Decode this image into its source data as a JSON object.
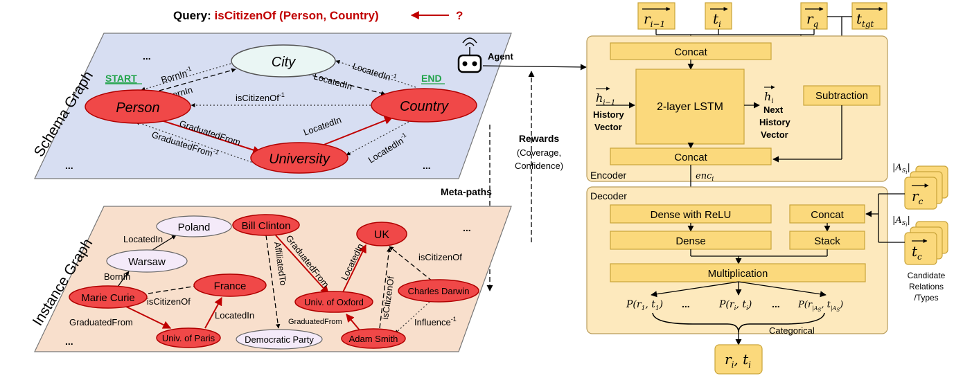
{
  "query": {
    "prefix": "Query: ",
    "relation": "isCitizenOf (Person, Country)",
    "mark": "?"
  },
  "planes": {
    "schema": "Schema Graph",
    "instance": "Instance Graph"
  },
  "ellipsis": "...",
  "schema": {
    "nodes": {
      "city": "City",
      "person": "Person",
      "country": "Country",
      "university": "University"
    },
    "start": "START",
    "end": "END",
    "edges": {
      "bornin_inv": "BornIn",
      "bornin": "BornIn",
      "locatedin_inv": "LocatedIn",
      "locatedin": "LocatedIn",
      "iscitizenof_inv": "isCitizenOf",
      "graduatedfrom": "GraduatedFrom",
      "graduatedfrom_inv": "GraduatedFrom",
      "locatedin_uc": "LocatedIn",
      "locatedin_cu_inv": "LocatedIn",
      "inv_sup": "-1"
    }
  },
  "agent": "Agent",
  "rewards": {
    "title": "Rewards",
    "line1": "(Coverage,",
    "line2": "Confidence)"
  },
  "metapaths": "Meta-paths",
  "instance": {
    "nodes": {
      "poland": "Poland",
      "warsaw": "Warsaw",
      "marie": "Marie Curie",
      "france": "France",
      "paris": "Univ. of Paris",
      "clinton": "Bill Clinton",
      "democratic": "Democratic Party",
      "oxford": "Univ. of Oxford",
      "uk": "UK",
      "darwin": "Charles Darwin",
      "smith": "Adam Smith"
    },
    "edges": {
      "locatedin_wp": "LocatedIn",
      "bornin": "BornIn",
      "iscitizenof_mf": "isCitizenOf",
      "graduatedfrom_mp": "GraduatedFrom",
      "locatedin_pf": "LocatedIn",
      "affiliatedto": "AffiliatedTo",
      "graduatedfrom_co": "GraduatedFrom",
      "locatedin_ou": "LocatedIn",
      "iscitizenof_du": "isCitizenOf",
      "iscitizenof_su": "isCitizenOf",
      "graduatedfrom_so": "GraduatedFrom",
      "influence": "Influence"
    }
  },
  "inputs": {
    "r_prev": "r",
    "r_prev_sub": "i−1",
    "t_i": "t",
    "t_i_sub": "i",
    "r_q": "r",
    "r_q_sub": "q",
    "t_tgt": "t",
    "t_tgt_sub": "tgt"
  },
  "encoder": {
    "label": "Encoder",
    "concat_top": "Concat",
    "lstm": "2-layer LSTM",
    "subtraction": "Subtraction",
    "concat_bottom": "Concat",
    "h_prev": "h",
    "h_prev_sub": "i−1",
    "history1": "History",
    "history2": "Vector",
    "h_next": "h",
    "h_next_sub": "i",
    "next1": "Next",
    "next2": "History",
    "next3": "Vector",
    "enc": "enc",
    "enc_sub": "i"
  },
  "decoder": {
    "label": "Decoder",
    "dense_relu": "Dense with ReLU",
    "dense": "Dense",
    "concat": "Concat",
    "stack": "Stack",
    "multiplication": "Multiplication",
    "categorical": "Categorical",
    "prob1": "P(r",
    "prob1_sub": "1",
    "prob1_mid": ", t",
    "prob1_sub2": "1",
    "prob1_end": ")",
    "probi": "P(r",
    "probi_sub": "i",
    "probi_mid": ", t",
    "probi_sub2": "i",
    "probi_end": ")",
    "probn": "P(r",
    "probn_sub": "|A",
    "probn_subsub": "S",
    "probn_subsubsub": "i",
    "probn_mid": ", t",
    "probn_end": ")",
    "ellipsis": "..."
  },
  "candidates": {
    "rc": "r",
    "rc_sub": "c",
    "tc": "t",
    "tc_sub": "c",
    "as_label": "|A",
    "as_sub": "S",
    "as_subsub": "i",
    "as_end": "|",
    "caption1": "Candidate",
    "caption2": "Relations",
    "caption3": "/Types"
  },
  "output": {
    "r": "r",
    "r_sub": "i",
    "sep": ", t",
    "t_sub": "i"
  },
  "colors": {
    "schema_plane": "#d7def2",
    "instance_plane": "#f8dfcc",
    "red_node": "#f04848",
    "box": "#fbd97c",
    "panel": "#fde9bd",
    "green": "#22a34a",
    "query_red": "#c00000"
  }
}
